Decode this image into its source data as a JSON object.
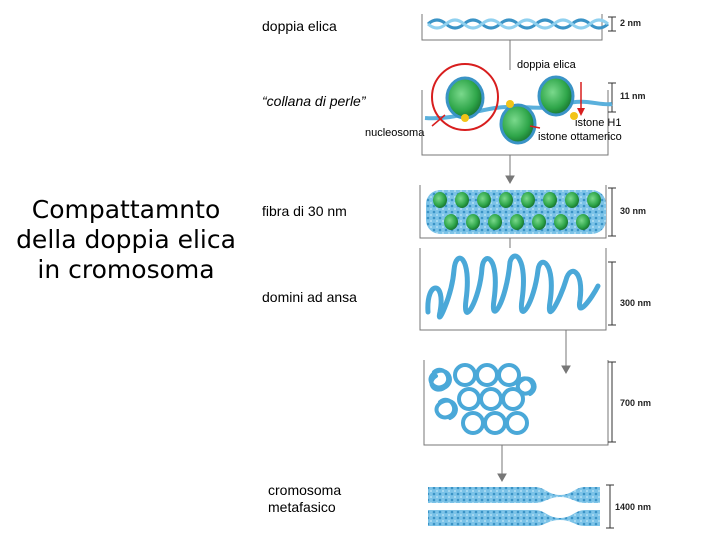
{
  "title": "Compattamnto della doppia elica in cromosoma",
  "levels": [
    {
      "label": "doppia elica",
      "scale": "2 nm"
    },
    {
      "label": "“collana di perle”",
      "scale": "11 nm"
    },
    {
      "label": "fibra di 30 nm",
      "scale": "30 nm"
    },
    {
      "label": "domini ad ansa",
      "scale": "300 nm"
    },
    {
      "label": "",
      "scale": "700 nm"
    },
    {
      "label": "cromosoma metafasico",
      "scale": "1400 nm"
    }
  ],
  "annotations": {
    "doppia_elica": "doppia elica",
    "nucleosoma": "nucleosoma",
    "istone_h1": "istone H1",
    "istone_ottamerico": "istone ottamerico"
  },
  "colors": {
    "dna_blue": "#4aa8d8",
    "nucleosome_green": "#2fa64a",
    "highlight_red": "#d81e1e",
    "h1_yellow": "#f2c418"
  }
}
